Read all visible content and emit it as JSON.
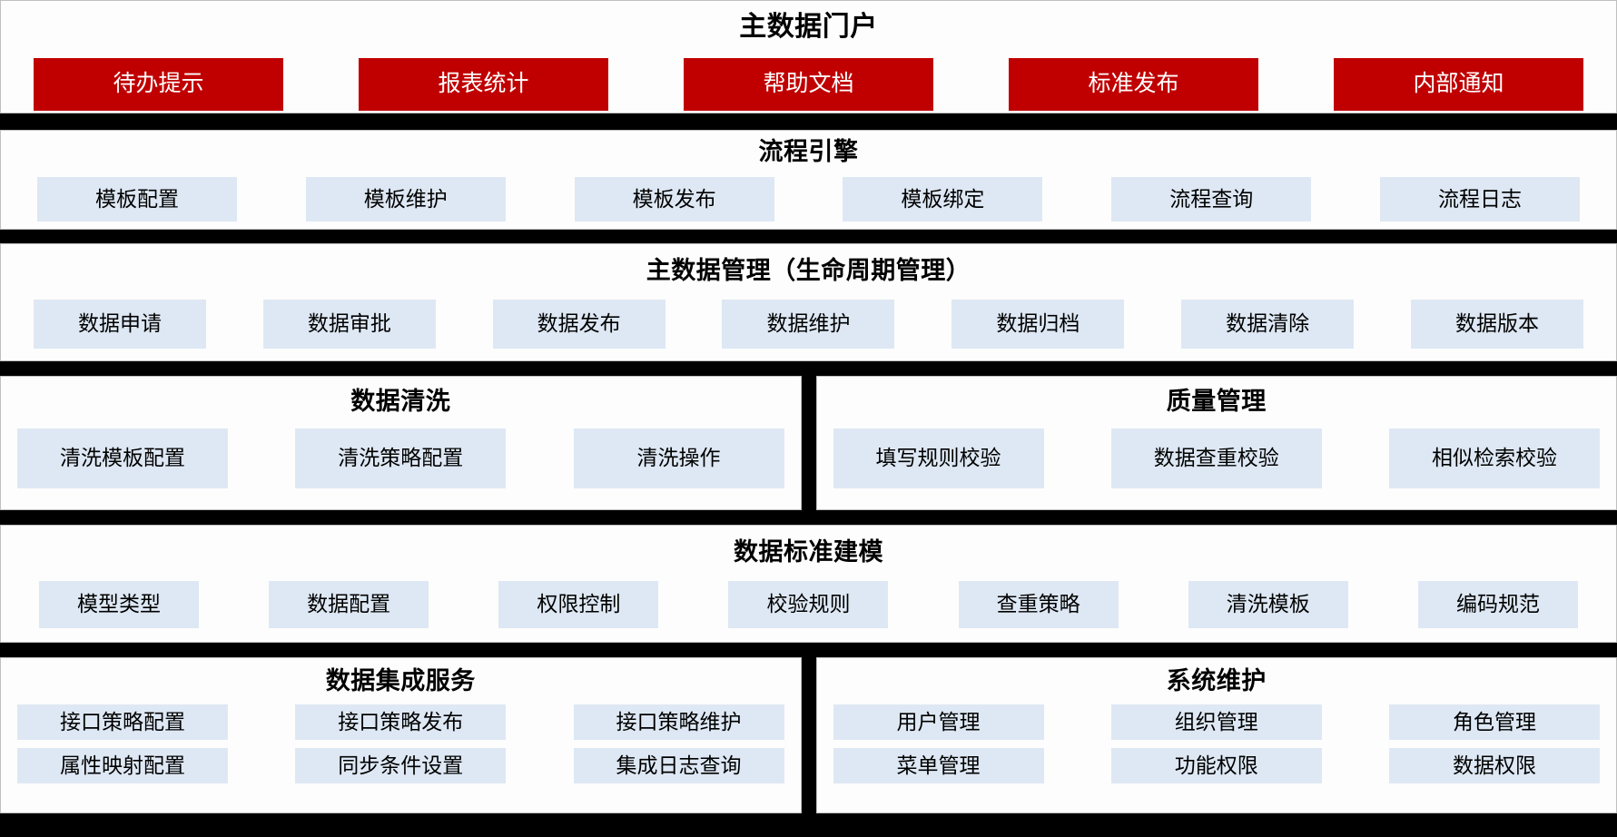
{
  "colors": {
    "accent_red": "#C00000",
    "chip_blue": "#DEE8F4",
    "band_black": "#000000",
    "panel_white": "#FDFDFD",
    "panel_border": "#BFBFBF"
  },
  "sections": [
    {
      "id": "portal",
      "title": "主数据门户",
      "style": "red",
      "items": [
        "待办提示",
        "报表统计",
        "帮助文档",
        "标准发布",
        "内部通知"
      ]
    },
    {
      "id": "flow",
      "title": "流程引擎",
      "style": "blue",
      "items": [
        "模板配置",
        "模板维护",
        "模板发布",
        "模板绑定",
        "流程查询",
        "流程日志"
      ]
    },
    {
      "id": "mdm",
      "title": "主数据管理（生命周期管理）",
      "style": "blue",
      "items": [
        "数据申请",
        "数据审批",
        "数据发布",
        "数据维护",
        "数据归档",
        "数据清除",
        "数据版本"
      ]
    }
  ],
  "split_clean_quality": {
    "left": {
      "id": "clean",
      "title": "数据清洗",
      "items": [
        "清洗模板配置",
        "清洗策略配置",
        "清洗操作"
      ]
    },
    "right": {
      "id": "quality",
      "title": "质量管理",
      "items": [
        "填写规则校验",
        "数据查重校验",
        "相似检索校验"
      ]
    }
  },
  "section_model": {
    "id": "model",
    "title": "数据标准建模",
    "items": [
      "模型类型",
      "数据配置",
      "权限控制",
      "校验规则",
      "查重策略",
      "清洗模板",
      "编码规范"
    ]
  },
  "split_integration_system": {
    "left": {
      "id": "integration",
      "title": "数据集成服务",
      "row1": [
        "接口策略配置",
        "接口策略发布",
        "接口策略维护"
      ],
      "row2": [
        "属性映射配置",
        "同步条件设置",
        "集成日志查询"
      ]
    },
    "right": {
      "id": "system",
      "title": "系统维护",
      "row1": [
        "用户管理",
        "组织管理",
        "角色管理"
      ],
      "row2": [
        "菜单管理",
        "功能权限",
        "数据权限"
      ]
    }
  }
}
